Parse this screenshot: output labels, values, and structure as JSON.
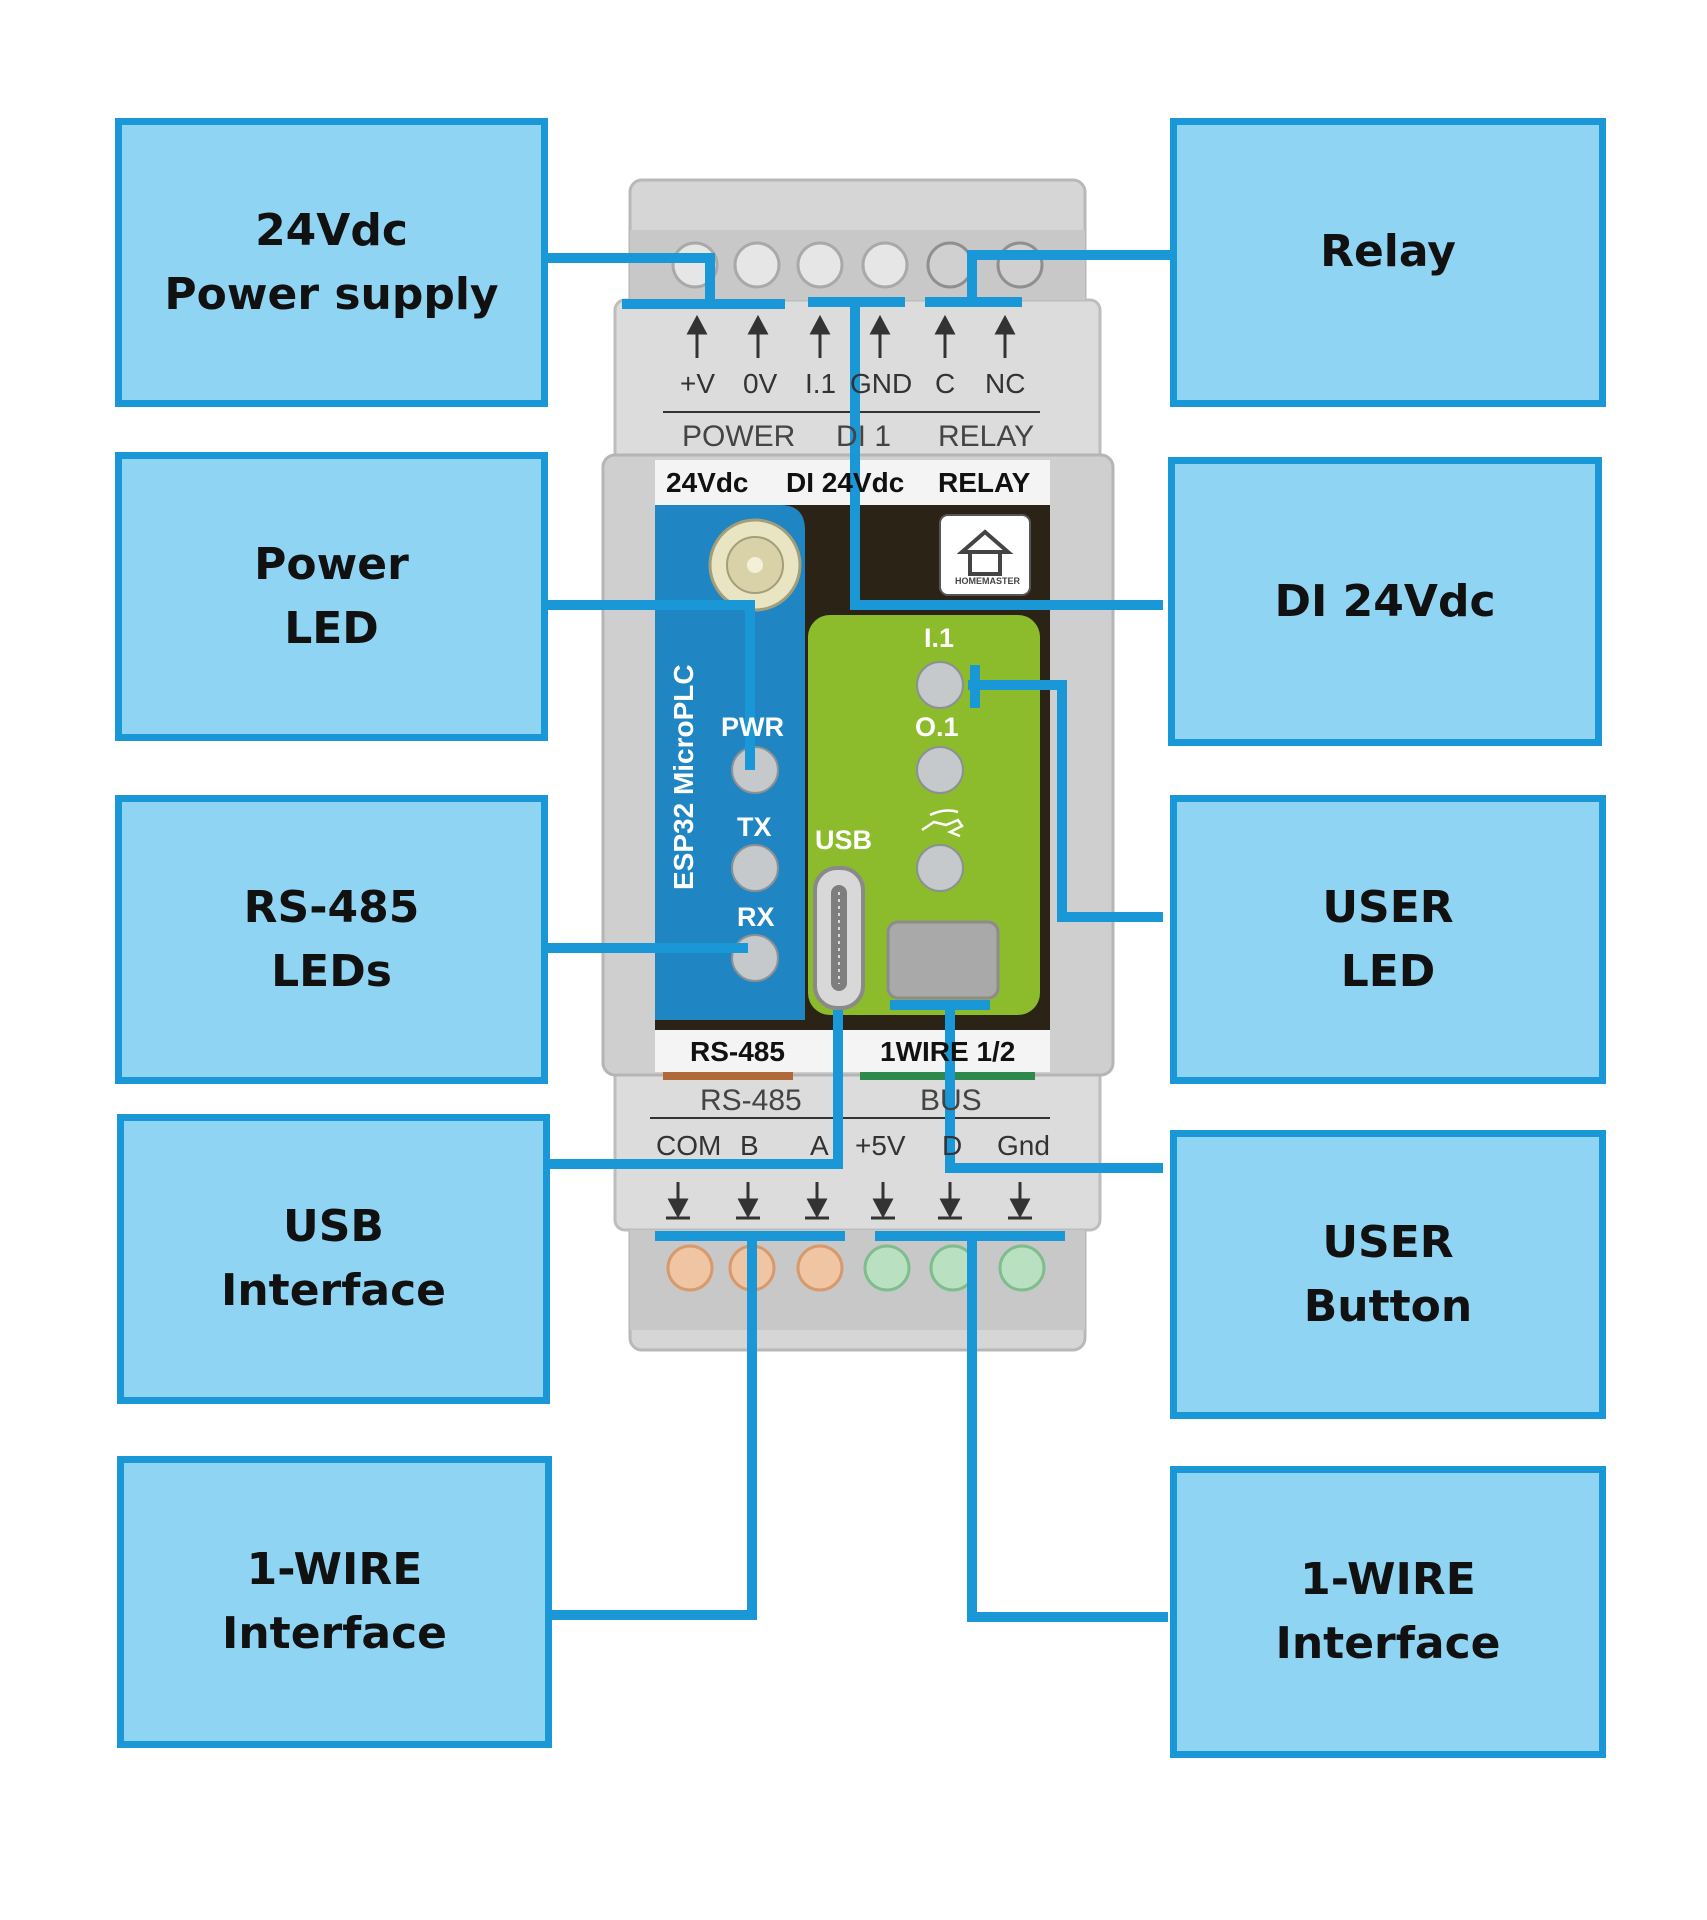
{
  "callouts": {
    "power_supply": [
      "24Vdc",
      "Power supply"
    ],
    "relay": [
      "Relay"
    ],
    "power_led": [
      "Power",
      "LED"
    ],
    "di": [
      "DI 24Vdc"
    ],
    "rs485_leds": [
      "RS-485",
      "LEDs"
    ],
    "user_led": [
      "USER",
      "LED"
    ],
    "usb": [
      "USB",
      "Interface"
    ],
    "user_button": [
      "USER",
      "Button"
    ],
    "onewire_left": [
      "1-WIRE",
      "Interface"
    ],
    "onewire_right": [
      "1-WIRE",
      "Interface"
    ]
  },
  "device": {
    "top_terminals": [
      "+V",
      "0V",
      "I.1",
      "GND",
      "C",
      "NC"
    ],
    "top_groups": [
      "POWER",
      "DI 1",
      "RELAY"
    ],
    "top_strip": [
      "24Vdc",
      "DI 24Vdc",
      "RELAY"
    ],
    "board_name": "ESP32 MicroPLC",
    "rs485_led_labels": [
      "PWR",
      "TX",
      "RX"
    ],
    "green_led_labels": [
      "I.1",
      "O.1"
    ],
    "usb_label": "USB",
    "brand": "HOMEMASTER",
    "bottom_strip": [
      "RS-485",
      "1WIRE 1/2"
    ],
    "bottom_groups": [
      "RS-485",
      "BUS"
    ],
    "bottom_terminals": [
      "COM",
      "B",
      "A",
      "+5V",
      "D",
      "Gnd"
    ]
  },
  "colors": {
    "callout_fill": "#8fd5f3",
    "callout_border": "#1a97d6",
    "leader": "#1a97d6",
    "enclosure": "#d4d4d4",
    "blue_board": "#1f86c3",
    "green_board": "#8cbb2c",
    "rs485_connector": "#e8a878",
    "bus_connector": "#a8d8b0"
  }
}
